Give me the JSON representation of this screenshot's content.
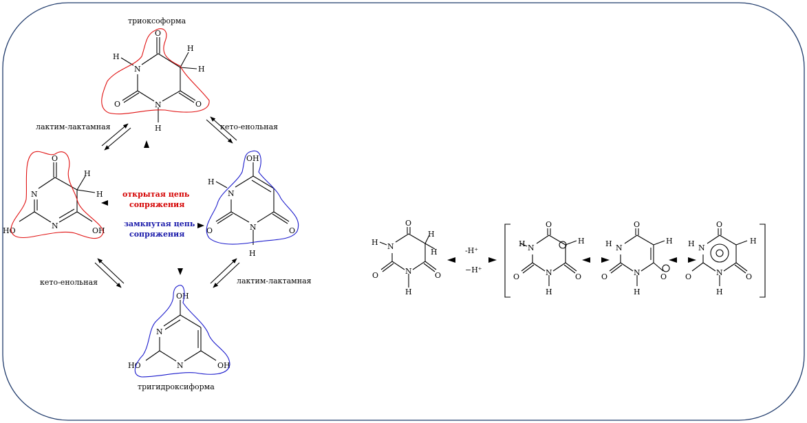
{
  "labels": {
    "top": "триоксоформа",
    "left_top": "лактим-лактамная",
    "right_top": "кето-енольная",
    "left_bottom": "кето-енольная",
    "right_bottom": "лактим-лактамная",
    "bottom": "тригидроксиформа"
  },
  "notes": {
    "open_chain_line1": "открытая цепь",
    "open_chain_line2": "сопряжения",
    "closed_chain_line1": "замкнутая цепь",
    "closed_chain_line2": "сопряжения"
  },
  "reaction": {
    "minus_h_top": "-H⁺",
    "minus_h_bottom": "−H⁺"
  },
  "atoms": {
    "O": "O",
    "N": "N",
    "H": "H",
    "OH": "OH",
    "HO": "HO"
  },
  "colors": {
    "frame": "#1f3a6b",
    "open_chain": "#e01010",
    "closed_chain": "#1a1acc"
  }
}
